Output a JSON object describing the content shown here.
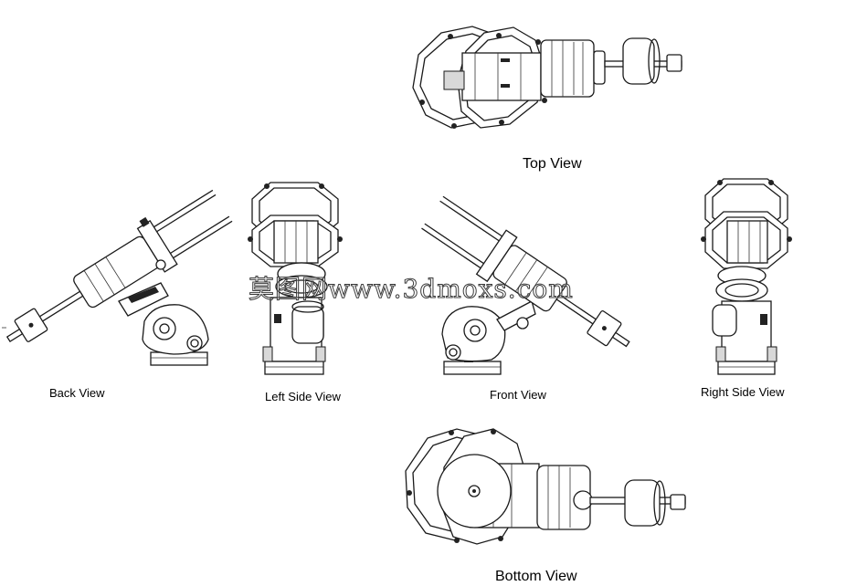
{
  "views": {
    "top": "Top View",
    "back": "Back View",
    "left_side": "Left Side View",
    "front": "Front View",
    "right_side": "Right Side View",
    "bottom": "Bottom View"
  },
  "watermark": "莫图网www.3dmoxs.com",
  "colors": {
    "line": "#1a1a1a",
    "background": "#ffffff"
  }
}
